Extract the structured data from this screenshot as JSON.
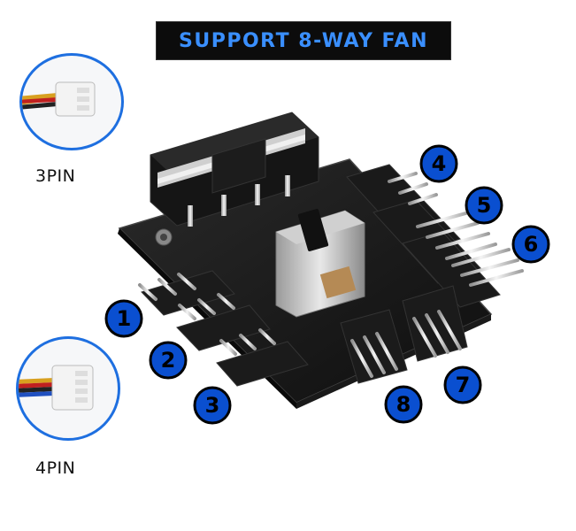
{
  "title": "SUPPORT 8-WAY FAN",
  "connectors": [
    {
      "label": "3PIN"
    },
    {
      "label": "4PIN"
    }
  ],
  "ports": [
    "1",
    "2",
    "3",
    "4",
    "5",
    "6",
    "7",
    "8"
  ],
  "colors": {
    "accent_blue": "#1e6fe0",
    "badge_blue": "#0a4fd0",
    "banner_text": "#3a8fff",
    "banner_bg": "#0c0c0c"
  }
}
